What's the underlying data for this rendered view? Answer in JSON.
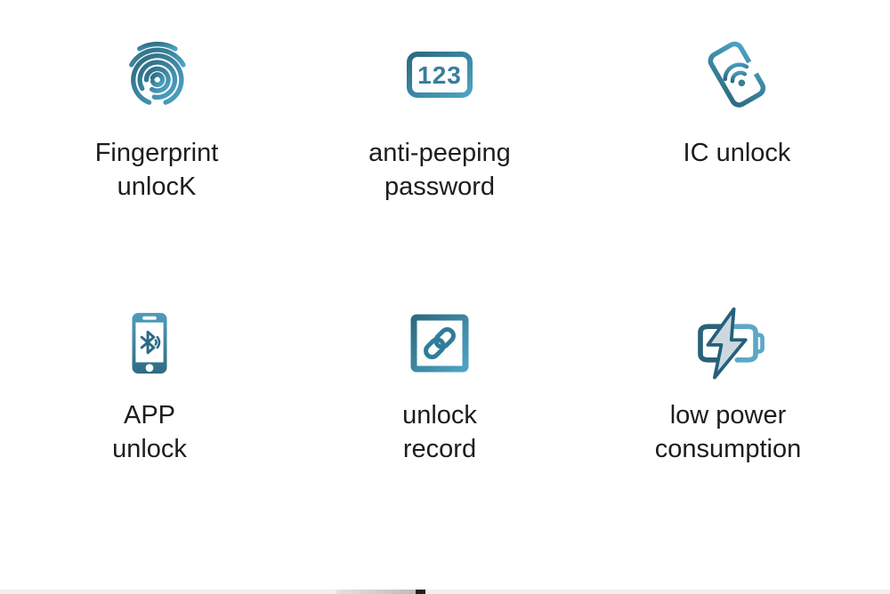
{
  "features": [
    {
      "icon": "fingerprint-icon",
      "label_lines": [
        "Fingerprint",
        "unlocK"
      ]
    },
    {
      "icon": "keypad-123-icon",
      "label_lines": [
        "anti-peeping",
        "password"
      ],
      "keypad_text": "123"
    },
    {
      "icon": "ic-card-wifi-icon",
      "label_lines": [
        "IC unlock",
        ""
      ]
    },
    {
      "icon": "phone-bluetooth-icon",
      "label_lines": [
        "APP",
        "unlock"
      ]
    },
    {
      "icon": "chain-link-icon",
      "label_lines": [
        "unlock",
        "record"
      ]
    },
    {
      "icon": "battery-lightning-icon",
      "label_lines": [
        "low power",
        "consumption"
      ]
    }
  ],
  "colors": {
    "icon_teal_dark": "#2c6a80",
    "icon_teal_light": "#4da3c4",
    "keypad_digits": "#377e9b",
    "bolt_fill": "#ccd8e0",
    "bolt_stroke": "#25607b",
    "text": "#1d1d1d",
    "background": "#ffffff",
    "bottom_strip": "#f1f0ee",
    "bottom_segment": "#bcbbb9",
    "bottom_notch": "#21211b"
  }
}
